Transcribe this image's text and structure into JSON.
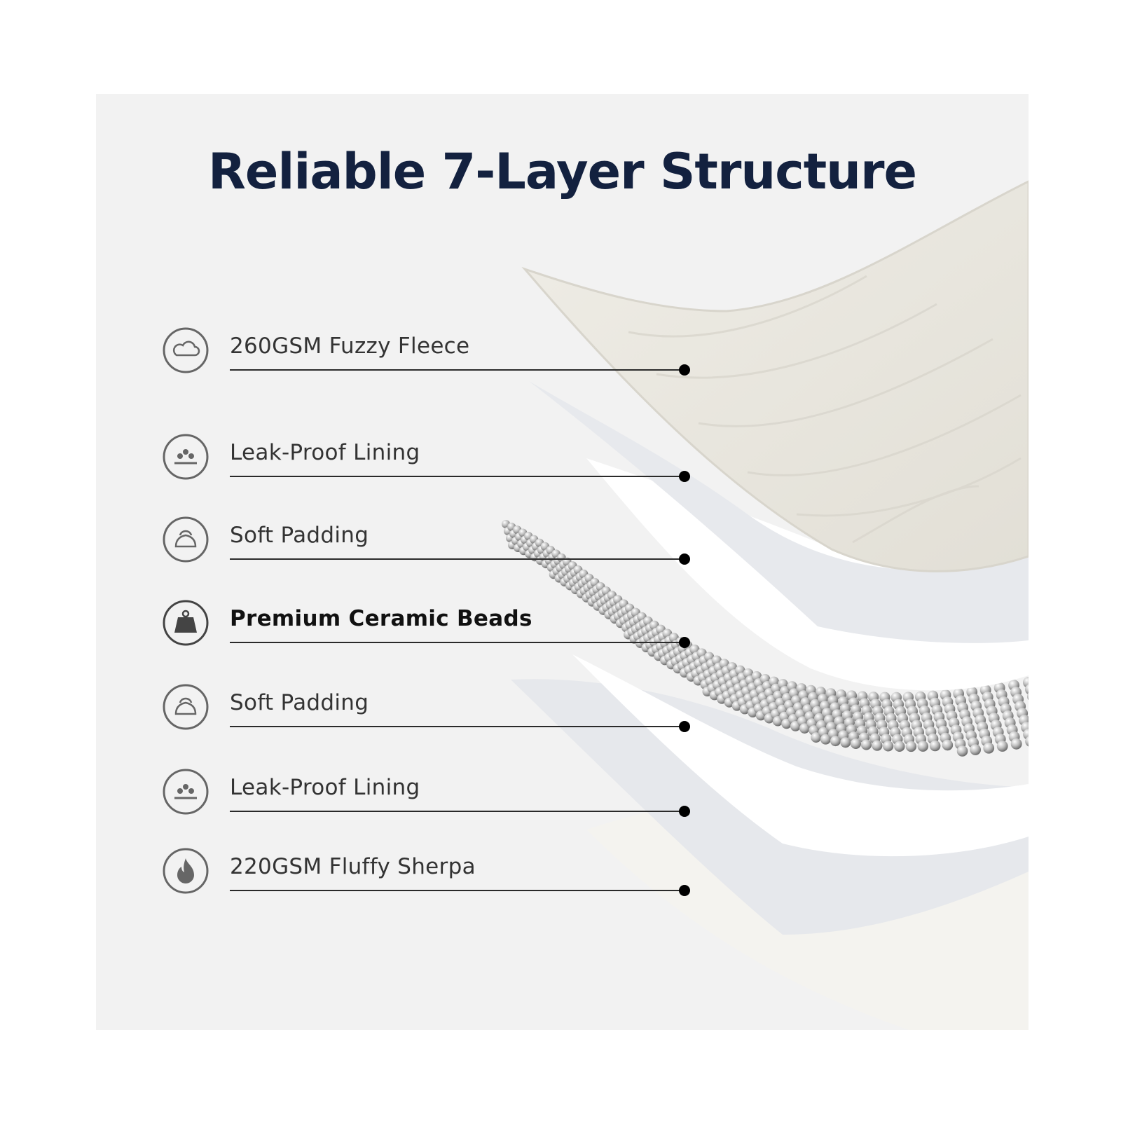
{
  "title": "Reliable 7-Layer Structure",
  "layers": [
    {
      "label": "260GSM Fuzzy Fleece",
      "icon": "cloud-icon",
      "emphasis": false
    },
    {
      "label": "Leak-Proof Lining",
      "icon": "droplets-barrier-icon",
      "emphasis": false
    },
    {
      "label": "Soft Padding",
      "icon": "cushion-icon",
      "emphasis": false
    },
    {
      "label": "Premium Ceramic Beads",
      "icon": "weight-icon",
      "emphasis": true
    },
    {
      "label": "Soft Padding",
      "icon": "cushion-icon",
      "emphasis": false
    },
    {
      "label": "Leak-Proof Lining",
      "icon": "droplets-barrier-icon",
      "emphasis": false
    },
    {
      "label": "220GSM Fluffy Sherpa",
      "icon": "flame-icon",
      "emphasis": false
    }
  ],
  "colors": {
    "title": "#13213f",
    "panel": "#f2f2f2",
    "icon": "#666666"
  }
}
